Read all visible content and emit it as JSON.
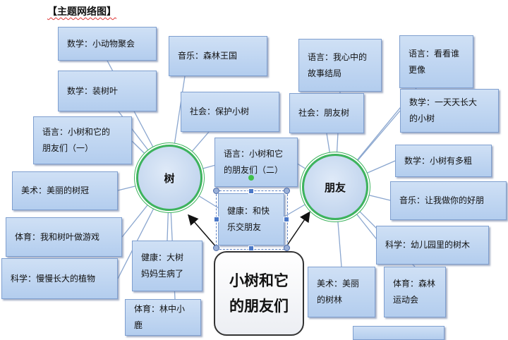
{
  "title": "【主题网络图】",
  "hubs": {
    "tree": "树",
    "friend": "朋友"
  },
  "center": {
    "line1": "小树和它",
    "line2": "的朋友们"
  },
  "tree_nodes": [
    {
      "lines": [
        "数学：小动物聚会"
      ]
    },
    {
      "lines": [
        "音乐：森林王国"
      ]
    },
    {
      "lines": [
        "数学：装树叶"
      ]
    },
    {
      "lines": [
        "社会：保护小树"
      ]
    },
    {
      "lines": [
        "语言：小树和它的",
        "朋友们（一）"
      ]
    },
    {
      "lines": [
        "美术：美丽的树冠"
      ]
    },
    {
      "lines": [
        "体育：我和树叶做游戏"
      ]
    },
    {
      "lines": [
        "科学：慢慢长大的植物"
      ]
    },
    {
      "lines": [
        "健康：大树",
        "妈妈生病了"
      ]
    },
    {
      "lines": [
        "体育：林中小鹿"
      ]
    }
  ],
  "shared_nodes": [
    {
      "lines": [
        "语言：小树和它",
        "的朋友们（二）"
      ]
    },
    {
      "lines": [
        "健康：和快",
        "乐交朋友"
      ]
    }
  ],
  "friend_nodes": [
    {
      "lines": [
        "语言：我心中的",
        "故事结局"
      ]
    },
    {
      "lines": [
        "语言：看看谁",
        "更像"
      ]
    },
    {
      "lines": [
        "社会：朋友树"
      ]
    },
    {
      "lines": [
        "数学：一天天长大",
        "的小树"
      ]
    },
    {
      "lines": [
        "数学：小树有多粗"
      ]
    },
    {
      "lines": [
        "音乐：让我做你的好朋"
      ]
    },
    {
      "lines": [
        "科学：幼儿园里的树木"
      ]
    },
    {
      "lines": [
        "美术：美丽",
        "的树林"
      ]
    },
    {
      "lines": [
        "体育：森林",
        "运动会"
      ]
    }
  ],
  "colors": {
    "box_fill": "#c0d5f0",
    "box_border": "#7f9fcf",
    "hub_ring": "#3db35d",
    "connector": "#8aa6cf"
  }
}
